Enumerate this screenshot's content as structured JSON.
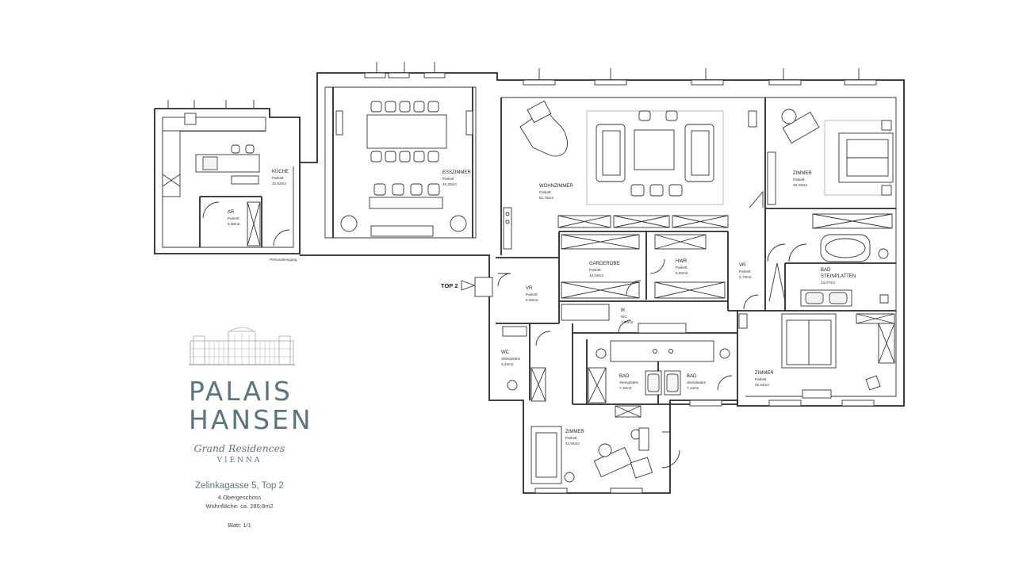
{
  "rooms": [
    {
      "id": "kueche",
      "name": "KÜCHE",
      "floor": "Parkett",
      "area": "22,63m2"
    },
    {
      "id": "ar",
      "name": "AR",
      "floor": "Parkett",
      "area": "5,38m2"
    },
    {
      "id": "esszimmer",
      "name": "ESSZIMMER",
      "floor": "Parkett",
      "area": "46,33m2"
    },
    {
      "id": "wohnzimmer",
      "name": "WOHNZIMMER",
      "floor": "Parkett",
      "area": "61,75m2"
    },
    {
      "id": "zimmer-ne",
      "name": "ZIMMER",
      "floor": "Parkett",
      "area": "33,43m2"
    },
    {
      "id": "garderobe",
      "name": "GARDEROBE",
      "floor": "Parkett",
      "area": "16,19m2"
    },
    {
      "id": "hwr",
      "name": "HWR",
      "floor": "Parkett",
      "area": "8,62m2"
    },
    {
      "id": "vr-right",
      "name": "VR",
      "floor": "Parkett",
      "area": "4,73m2"
    },
    {
      "id": "bad-right",
      "name": "BAD",
      "floor": "Steinplatten",
      "area": "13,07m2"
    },
    {
      "id": "vr-left",
      "name": "VR",
      "floor": "Parkett",
      "area": "9,48m2"
    },
    {
      "id": "ik",
      "name": "IK",
      "floor": "WC",
      "area": "7,00m2"
    },
    {
      "id": "wc",
      "name": "WC",
      "floor": "Steinplatten",
      "area": "3,43m2"
    },
    {
      "id": "bad-mid1",
      "name": "BAD",
      "floor": "Steinplatten",
      "area": "7,16m2"
    },
    {
      "id": "bad-mid2",
      "name": "BAD",
      "floor": "Steinplatten",
      "area": "7,14m2"
    },
    {
      "id": "zimmer-se",
      "name": "ZIMMER",
      "floor": "Parkett",
      "area": "25,94m2"
    },
    {
      "id": "zimmer-s",
      "name": "ZIMMER",
      "floor": "Parkett",
      "area": "22,94m2"
    }
  ],
  "labels": {
    "entrance": "Personaleingang",
    "top2": "TOP 2"
  },
  "brand": {
    "name_line1": "PALAIS",
    "name_line2": "HANSEN",
    "tagline": "Grand Residences",
    "city": "VIENNA"
  },
  "info": {
    "address": "Zelinkagasse 5, Top 2",
    "floor": "4.Obergeschoss",
    "living_area": "Wohnfläche: ca. 285,8m2",
    "sheet": "Blatt: 1/1"
  },
  "colors": {
    "brand": "#5b7580",
    "walls": "#2a2a2a"
  }
}
